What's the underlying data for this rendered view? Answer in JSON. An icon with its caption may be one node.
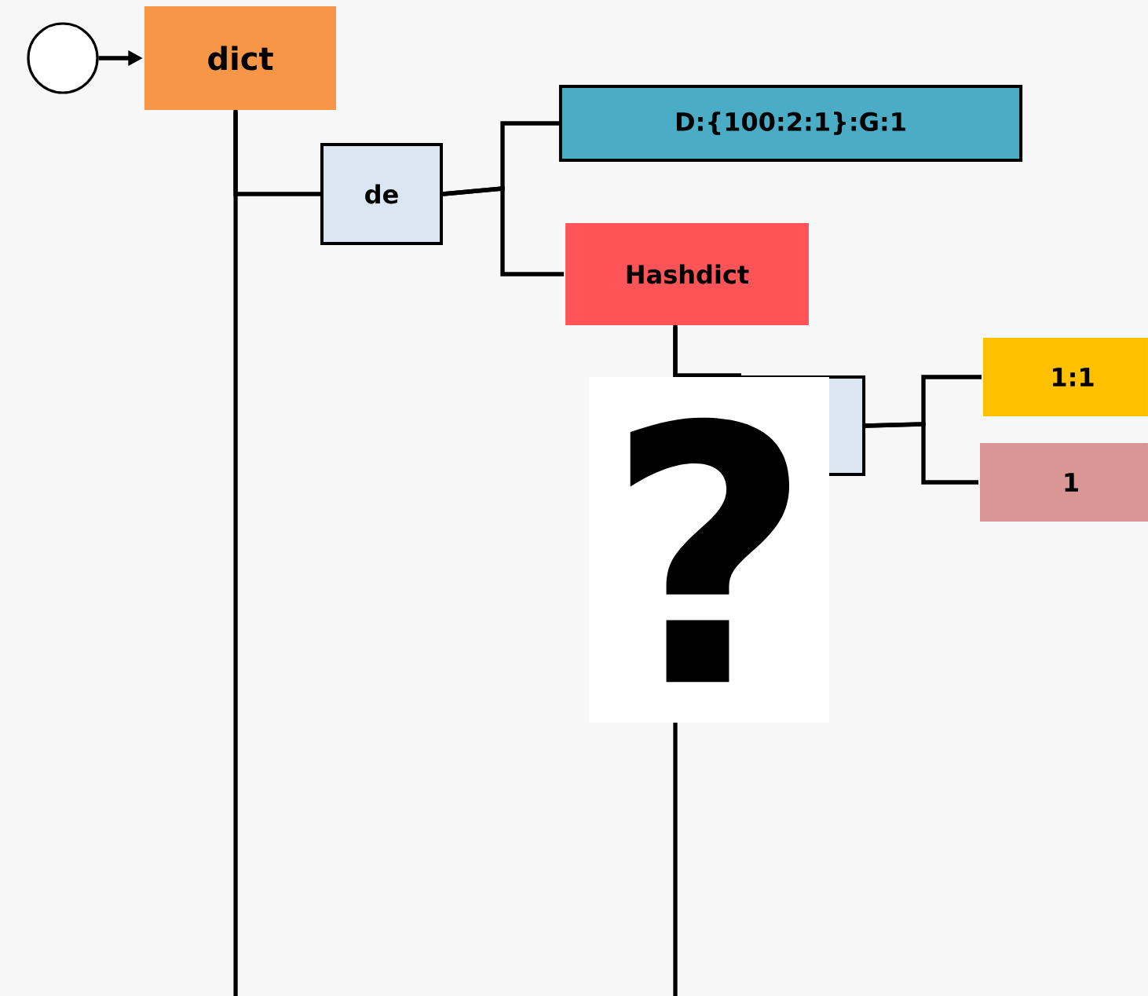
{
  "diagram": {
    "nodes": [
      {
        "text": [],
        "shape": "circle"
      },
      {
        "text": [
          "dict"
        ]
      },
      {
        "text": [
          "de"
        ]
      },
      {
        "text": [
          "D:{100:2:1}:G:1"
        ]
      },
      {
        "text": [
          "Hashdict"
        ]
      },
      {
        "text": [],
        "shape": "box"
      },
      {
        "text": [
          "1:1"
        ]
      },
      {
        "text": [
          "1"
        ]
      }
    ],
    "edges": [
      {
        "from": 0,
        "to": 1,
        "arrow": "to"
      },
      {
        "from": 1,
        "to": 2,
        "arrow": "none"
      },
      {
        "from": 1,
        "to": null,
        "arrow": "none"
      },
      {
        "from": 2,
        "to": 3,
        "arrow": "none"
      },
      {
        "from": 2,
        "to": 4,
        "arrow": "none"
      },
      {
        "from": 4,
        "to": 5,
        "arrow": "none"
      },
      {
        "from": 4,
        "to": null,
        "arrow": "none"
      },
      {
        "from": 5,
        "to": 6,
        "arrow": "none"
      },
      {
        "from": 5,
        "to": 7,
        "arrow": "none"
      }
    ],
    "labels": [
      "?"
    ]
  }
}
